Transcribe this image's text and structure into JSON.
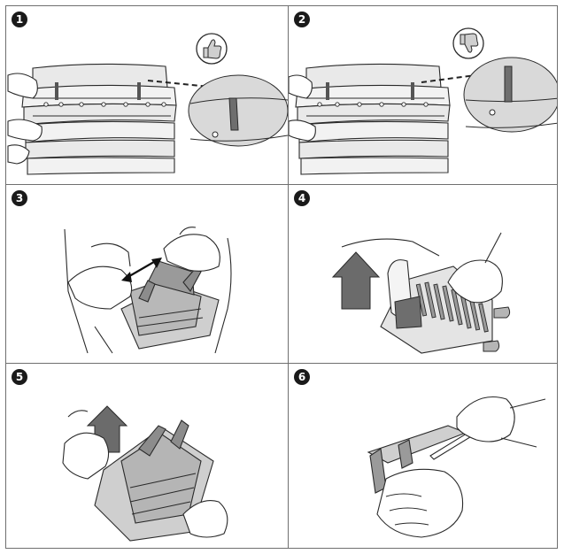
{
  "steps": [
    {
      "number": "1",
      "icon": "thumbs-up-icon",
      "meaning": "correct"
    },
    {
      "number": "2",
      "icon": "thumbs-down-icon",
      "meaning": "incorrect"
    },
    {
      "number": "3"
    },
    {
      "number": "4"
    },
    {
      "number": "5"
    },
    {
      "number": "6"
    }
  ],
  "colors": {
    "line": "#2a2a2a",
    "light_fill": "#e6e6e6",
    "mid_fill": "#bdbdbd",
    "dark_fill": "#6e6e6e",
    "border": "#6f6f6f"
  }
}
